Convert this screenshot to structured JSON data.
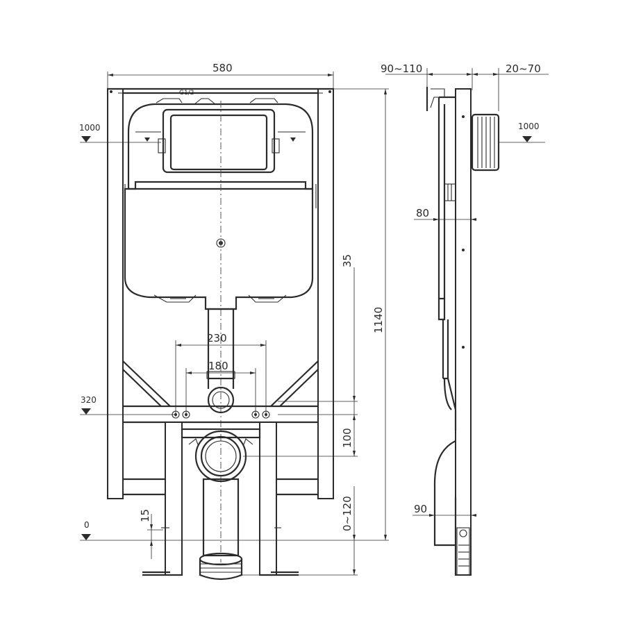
{
  "dimensions": {
    "total_width": "580",
    "total_height": "1140",
    "depth_range": "90~110",
    "wall_range": "20~70",
    "flush_height_left": "1000",
    "flush_height_right": "1000",
    "outlet_height": "320",
    "floor_level": "0",
    "outer_bolt_spacing": "230",
    "inner_bolt_spacing": "180",
    "top_offset": "35",
    "bolt_to_outlet": "100",
    "adjust_range": "0~120",
    "foot_offset": "15",
    "side_frame_depth": "80",
    "bottom_depth": "90",
    "inlet_label": "G1/2"
  }
}
